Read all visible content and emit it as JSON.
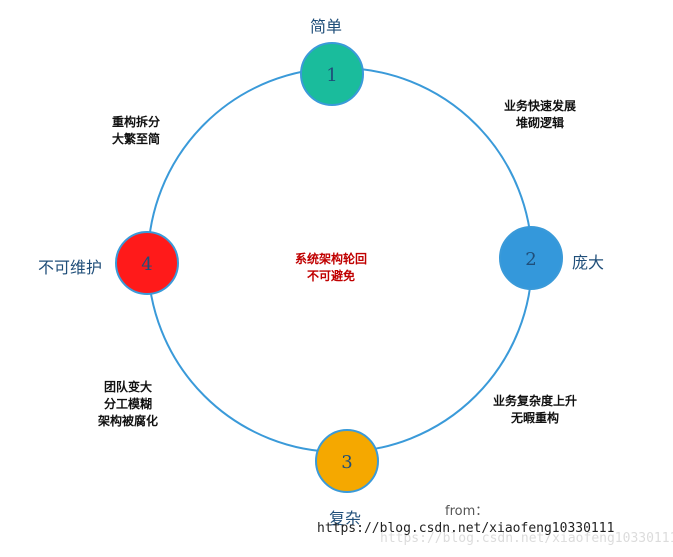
{
  "nodes": [
    {
      "id": "1",
      "title": "简单",
      "color": "#1abc9c"
    },
    {
      "id": "2",
      "title": "庞大",
      "color": "#3498db"
    },
    {
      "id": "3",
      "title": "复杂",
      "color": "#f5a800"
    },
    {
      "id": "4",
      "title": "不可维护",
      "color": "#ff1a1a"
    }
  ],
  "notes": {
    "top_right": [
      "业务快速发展",
      "堆砌逻辑"
    ],
    "bottom_right": [
      "业务复杂度上升",
      "无暇重构"
    ],
    "bottom_left": [
      "团队变大",
      "分工模糊",
      "架构被腐化"
    ],
    "top_left": [
      "重构拆分",
      "大繁至简"
    ]
  },
  "center": [
    "系统架构轮回",
    "不可避免"
  ],
  "footer": {
    "from_label": "from：",
    "url": "https://blog.csdn.net/xiaofeng10330111",
    "watermark": "https://blog.csdn.net/xiaofeng10330111"
  },
  "colors": {
    "ring": "#3a9ad9",
    "node_border": "#3a9ad9",
    "number": "#1f4e79"
  }
}
